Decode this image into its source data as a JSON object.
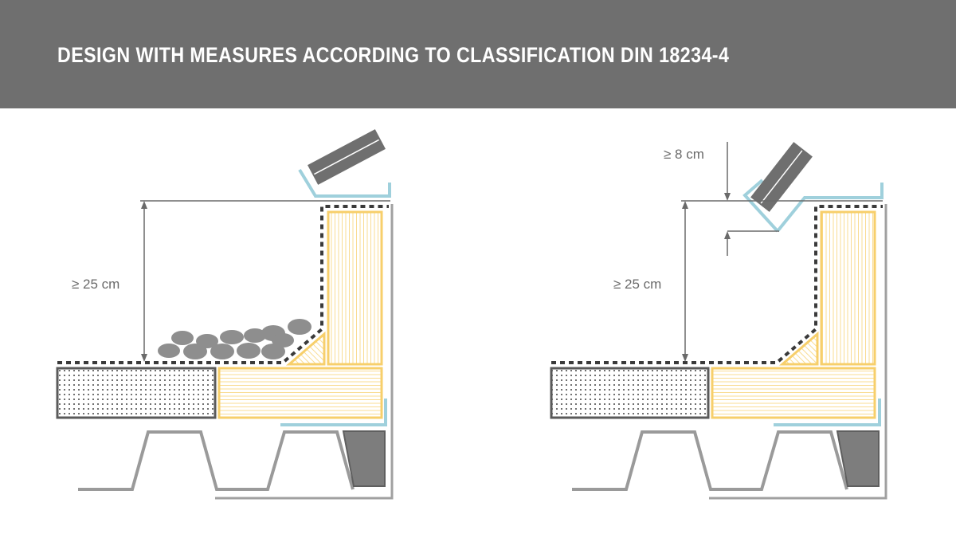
{
  "header": {
    "title": "DESIGN WITH MEASURES ACCORDING TO CLASSIFICATION DIN 18234-4"
  },
  "colors": {
    "header_background": "#6f6f6f",
    "header_text": "#ffffff",
    "insulation": "#f7cf6b",
    "insulation_hatch": "#f9dc93",
    "sheet_metal_flashing": "#9fd0dc",
    "membrane_dotted": "#3a3a3a",
    "dimension_line": "#6a6a6a",
    "gravel": "#8e8e8e",
    "deck_outline": "#9a9a9a",
    "concrete_outline": "#5a5a5a",
    "wall_block": "#7d7d7d"
  },
  "left_detail": {
    "dimension_label": "≥ 25 cm",
    "has_gravel_ballast": true
  },
  "right_detail": {
    "dimension_label_main": "≥ 25 cm",
    "dimension_label_top": "≥ 8 cm",
    "has_gravel_ballast": false
  }
}
